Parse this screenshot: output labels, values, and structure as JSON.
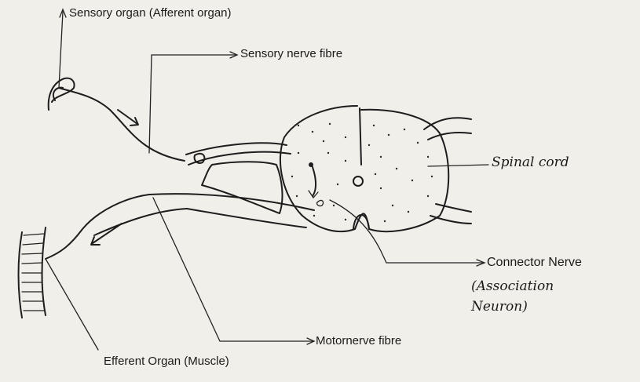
{
  "labels": {
    "sensory_organ": "Sensory organ (Afferent organ)",
    "sensory_nerve_fibre": "Sensory nerve fibre",
    "spinal_cord": "Spinal cord",
    "connector_nerve": "Connector Nerve",
    "association_neuron": "(Association\nNeuron)",
    "motor_nerve_fibre": "Motornerve fibre",
    "efferent_organ": "Efferent Organ (Muscle)"
  },
  "colors": {
    "ink": "#1d1d1d",
    "paper": "#f1efe9"
  }
}
